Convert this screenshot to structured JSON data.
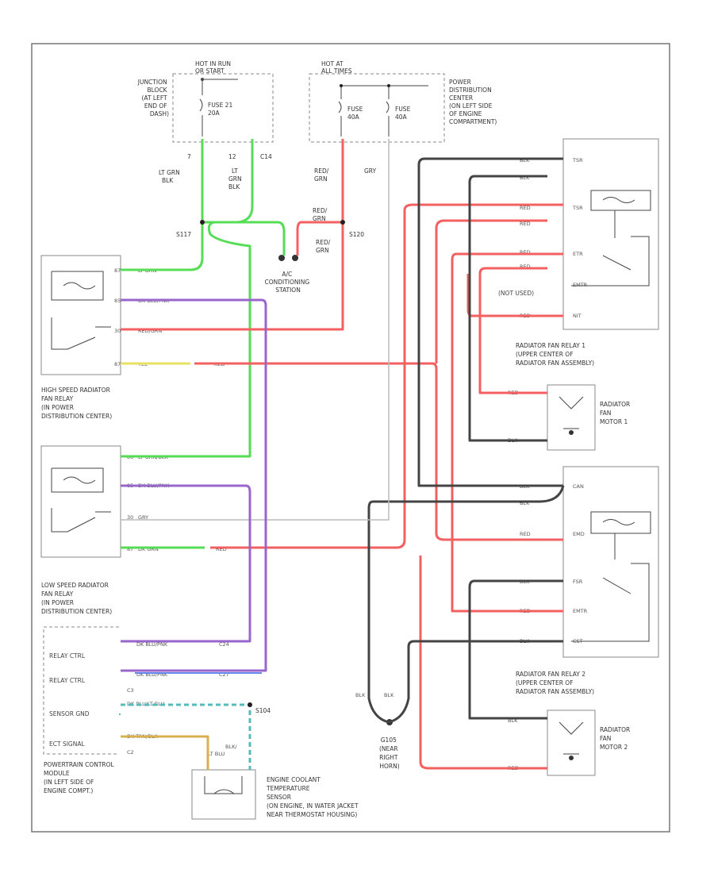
{
  "labels": {
    "hot_run": [
      "HOT IN RUN",
      "OR START"
    ],
    "hot_all": [
      "HOT AT",
      "ALL TIMES"
    ],
    "junction_block": [
      "JUNCTION",
      "BLOCK",
      "(AT LEFT",
      "END OF",
      "DASH)"
    ],
    "pdc_top": [
      "POWER",
      "DISTRIBUTION",
      "CENTER",
      "(ON LEFT SIDE",
      "OF ENGINE",
      "COMPARTMENT)"
    ],
    "fuse21": [
      "FUSE 21",
      "20A"
    ],
    "fuse_a": [
      "FUSE",
      "40A"
    ],
    "fuse_b": [
      "FUSE",
      "40A"
    ],
    "pins_top": [
      "7",
      "12",
      "C14"
    ],
    "wire_ltgrn_blk": [
      "LT GRN",
      "BLK"
    ],
    "wire_ltgrn_blk2": [
      "LT",
      "GRN",
      "BLK"
    ],
    "wire_red_grn": [
      "RED/",
      "GRN"
    ],
    "wire_gry": "GRY",
    "splice_s117": "S117",
    "splice_s120": "S120",
    "ac_switch": [
      "A/C",
      "CONDITIONING",
      "STATION"
    ],
    "hs_relay_wires": [
      "LT GRN",
      "DK BLU/PNK",
      "RED/GRN",
      "YEL",
      "RED"
    ],
    "hs_relay_pins": [
      "87",
      "85",
      "30",
      "87"
    ],
    "hs_relay": [
      "HIGH SPEED RADIATOR",
      "FAN RELAY",
      "(IN POWER",
      "DISTRIBUTION CENTER)"
    ],
    "ls_relay_wires": [
      "LT GRN/BLK",
      "DK BLU/PNK",
      "GRY",
      "DK GRN",
      "RED"
    ],
    "ls_relay_pins": [
      "86",
      "85",
      "30",
      "87"
    ],
    "ls_relay": [
      "LOW SPEED RADIATOR",
      "FAN RELAY",
      "(IN POWER",
      "DISTRIBUTION CENTER)"
    ],
    "pcm_items": [
      "RELAY CTRL",
      "RELAY CTRL",
      "SENSOR GND",
      "ECT SIGNAL"
    ],
    "pcm_wires": [
      "DK BLU/PNK",
      "DK BLU/PNK",
      "DK BLU/LT BLU",
      "DK TAN/BLK"
    ],
    "pcm_pins": [
      "C24",
      "C27",
      "C3",
      "C2"
    ],
    "pcm_name": [
      "POWERTRAIN CONTROL",
      "MODULE",
      "(IN LEFT SIDE OF",
      "ENGINE COMPT.)"
    ],
    "splice_s104": "S104",
    "ect_wires": [
      "BLK/",
      "LT BLU"
    ],
    "ect_name": [
      "ENGINE COOLANT",
      "TEMPERATURE",
      "SENSOR",
      "(ON ENGINE, IN WATER JACKET",
      "NEAR THERMOSTAT HOUSING)"
    ],
    "relay1_wires": [
      "BLK",
      "BLK",
      "RED",
      "RED",
      "RED",
      "RED",
      "RED"
    ],
    "relay1_pins": [
      "TSR",
      "TSR",
      "ETR",
      "EMTR",
      "NIT"
    ],
    "relay1_notused": "(NOT USED)",
    "relay1_name": [
      "RADIATOR FAN RELAY 1",
      "(UPPER CENTER OF",
      "RADIATOR FAN ASSEMBLY)"
    ],
    "motor1_wires": [
      "RED",
      "BLK"
    ],
    "motor1_name": [
      "RADIATOR",
      "FAN",
      "MOTOR 1"
    ],
    "relay2_wires": [
      "BLK",
      "BLK",
      "RED",
      "BLK",
      "RED",
      "BLK"
    ],
    "relay2_pins": [
      "CAN",
      "EMD",
      "FSR",
      "EMTR",
      "CST"
    ],
    "relay2_name": [
      "RADIATOR FAN RELAY 2",
      "(UPPER CENTER OF",
      "RADIATOR FAN ASSEMBLY)"
    ],
    "motor2_wires": [
      "BLK",
      "RED"
    ],
    "motor2_name": [
      "RADIATOR",
      "FAN",
      "MOTOR 2"
    ],
    "ground_wires": [
      "BLK",
      "BLK"
    ],
    "ground": [
      "G105",
      "(NEAR",
      "RIGHT",
      "HORN)"
    ]
  },
  "colors": {
    "green": "#55dd55",
    "red": "#f46060",
    "purple": "#9966cc",
    "blue": "#6688ee",
    "black": "#444444",
    "gray": "#bbbbbb",
    "yellow": "#e8e060",
    "teal": "#55bbbb",
    "tan": "#d9b050"
  }
}
